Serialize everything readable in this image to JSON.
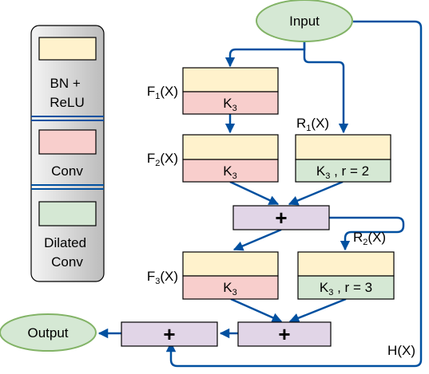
{
  "legend": {
    "items": [
      {
        "text": "BN + ReLU",
        "lines": [
          "BN +",
          "ReLU"
        ],
        "color": "#fff2cc"
      },
      {
        "text": "Conv",
        "lines": [
          "Conv"
        ],
        "color": "#f8cecc"
      },
      {
        "text": "Dilated Conv",
        "lines": [
          "Dilated",
          "Conv"
        ],
        "color": "#d5e8d4"
      }
    ]
  },
  "nodes": {
    "input": "Input",
    "output": "Output"
  },
  "labels": {
    "f1": {
      "main": "F",
      "sub": "1",
      "tail": "(X)"
    },
    "f2": {
      "main": "F",
      "sub": "2",
      "tail": "(X)"
    },
    "f3": {
      "main": "F",
      "sub": "3",
      "tail": "(X)"
    },
    "r1": {
      "main": "R",
      "sub": "1",
      "tail": "(X)"
    },
    "r2": {
      "main": "R",
      "sub": "2",
      "tail": "(X)"
    },
    "h": "H(X)"
  },
  "blocks": {
    "f1_conv": {
      "main": "K",
      "sub": "3",
      "tail": ""
    },
    "f2_conv": {
      "main": "K",
      "sub": "3",
      "tail": ""
    },
    "f3_conv": {
      "main": "K",
      "sub": "3",
      "tail": ""
    },
    "r1_conv": {
      "main": "K",
      "sub": "3",
      "tail": " , r = 2"
    },
    "r2_conv": {
      "main": "K",
      "sub": "3",
      "tail": " , r = 3"
    }
  },
  "operators": {
    "add": "+"
  },
  "colors": {
    "bn_relu": "#fff2cc",
    "conv": "#f8cecc",
    "dilated": "#d5e8d4",
    "add": "#e1d5e7",
    "terminal": "#d5e8d4",
    "terminal_stroke": "#82b366",
    "arrow": "#0050a0",
    "legend_bg": "#d0d0d0"
  }
}
